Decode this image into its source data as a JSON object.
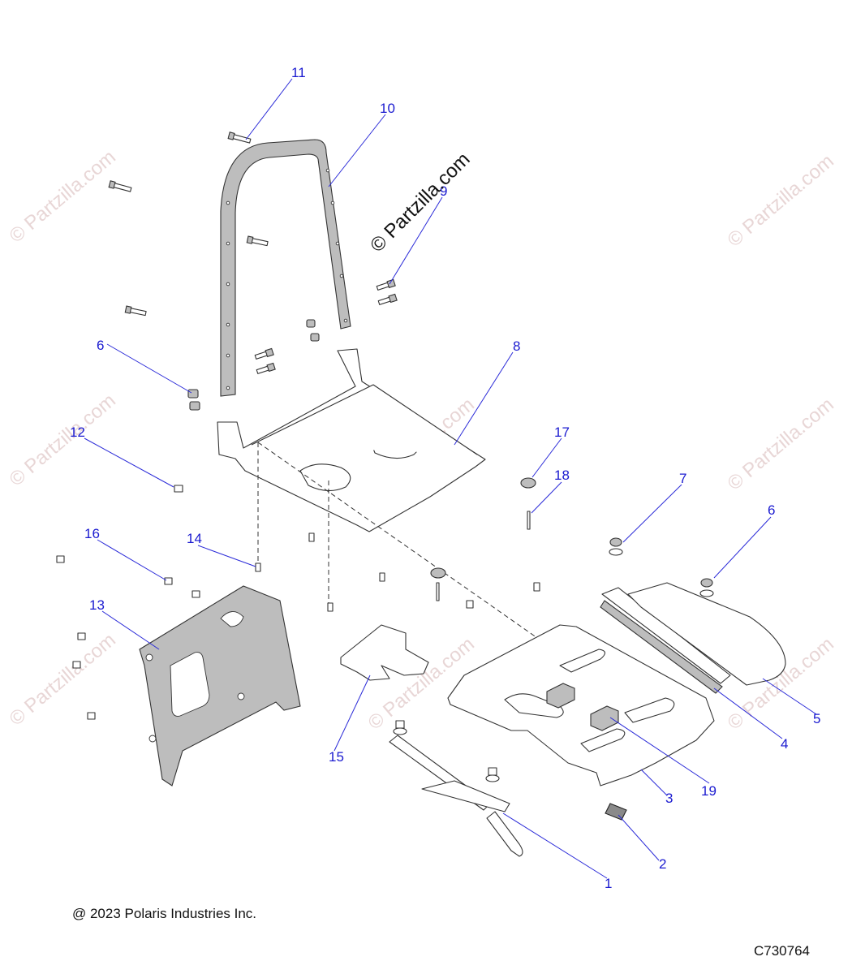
{
  "watermark": {
    "main": "© Partzilla.com",
    "repeat": "© Partzilla.com"
  },
  "callouts": {
    "c1": "1",
    "c2": "2",
    "c3": "3",
    "c4": "4",
    "c5": "5",
    "c6a": "6",
    "c6b": "6",
    "c7": "7",
    "c8": "8",
    "c9": "9",
    "c10": "10",
    "c11": "11",
    "c12": "12",
    "c13": "13",
    "c14": "14",
    "c15": "15",
    "c16": "16",
    "c17": "17",
    "c18": "18",
    "c19": "19"
  },
  "footer": {
    "copyright": "@ 2023 Polaris Industries Inc.",
    "diagram_id": "C730764"
  },
  "colors": {
    "callout": "#1a1ad0",
    "line_art": "#333333",
    "watermark": "#e8d6d6"
  }
}
